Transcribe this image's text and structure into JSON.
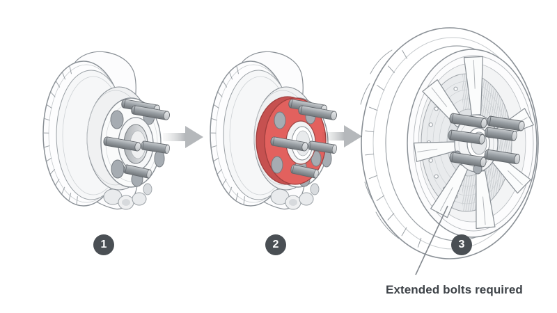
{
  "steps": [
    {
      "number": "1"
    },
    {
      "number": "2"
    },
    {
      "number": "3"
    }
  ],
  "annotation": {
    "text": "Extended bolts required"
  },
  "colors": {
    "background": "#ffffff",
    "line": "#8a9096",
    "line-light": "#c6cacd",
    "fill-light": "#f3f4f5",
    "spacer-face": "#e2615e",
    "spacer-side": "#c65150",
    "spacer-outline": "#a03f3e",
    "stud-light": "#c9cdd0",
    "stud-mid": "#9aa0a5",
    "stud-dark": "#707579",
    "hole": "#a6acb2",
    "arrow": "#b5b8bb",
    "badge-bg": "#4a4f54",
    "badge-text": "#ffffff",
    "annotation-text": "#3d4247"
  }
}
